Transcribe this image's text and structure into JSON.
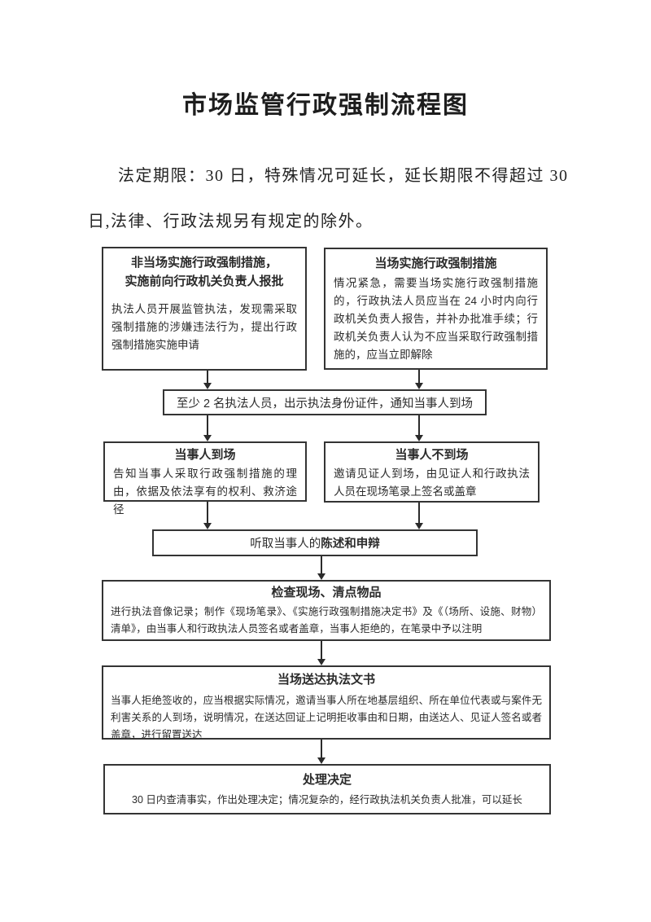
{
  "page": {
    "title": "市场监管行政强制流程图",
    "intro_line1": "法定期限：30 日，特殊情况可延长，延长期限不得超过 30",
    "intro_line2": "日,法律、行政法规另有规定的除外。"
  },
  "flow": {
    "pre_approval": {
      "title_line1": "非当场实施行政强制措施，",
      "title_line2": "实施前向行政机关负责人报批",
      "body": "执法人员开展监管执法，发现需采取强制措施的涉嫌违法行为，提出行政强制措施实施申请"
    },
    "onsite": {
      "title": "当场实施行政强制措施",
      "body": "情况紧急，需要当场实施行政强制措施的，行政执法人员应当在 24 小时内向行政机关负责人报告，并补办批准手续；行政机关负责人认为不应当采取行政强制措施的，应当立即解除"
    },
    "notify": {
      "text": "至少 2 名执法人员，出示执法身份证件，通知当事人到场"
    },
    "present": {
      "title": "当事人到场",
      "body": "告知当事人采取行政强制措施的理由，依据及依法享有的权利、救济途径"
    },
    "absent": {
      "title": "当事人不到场",
      "body": "邀请见证人到场，由见证人和行政执法人员在现场笔录上签名或盖章"
    },
    "hearing": {
      "text_regular": "听取当事人的",
      "text_bold": "陈述和申辩"
    },
    "inspect": {
      "title": "检查现场、清点物品",
      "body": "进行执法音像记录；制作《现场笔录》、《实施行政强制措施决定书》及《（场所、设施、财物）清单》，由当事人和行政执法人员签名或者盖章，当事人拒绝的，在笔录中予以注明"
    },
    "deliver": {
      "title": "当场送达执法文书",
      "body": "当事人拒绝签收的，应当根据实际情况，邀请当事人所在地基层组织、所在单位代表或与案件无利害关系的人到场，说明情况，在送达回证上记明拒收事由和日期，由送达人、见证人签名或者盖章，进行留置送达"
    },
    "decision": {
      "title": "处理决定",
      "body": "30 日内查清事实，作出处理决定；情况复杂的，经行政执法机关负责人批准，可以延长"
    }
  },
  "colors": {
    "ink": "#2b2b2b",
    "box_border": "#343434",
    "background": "#ffffff"
  }
}
